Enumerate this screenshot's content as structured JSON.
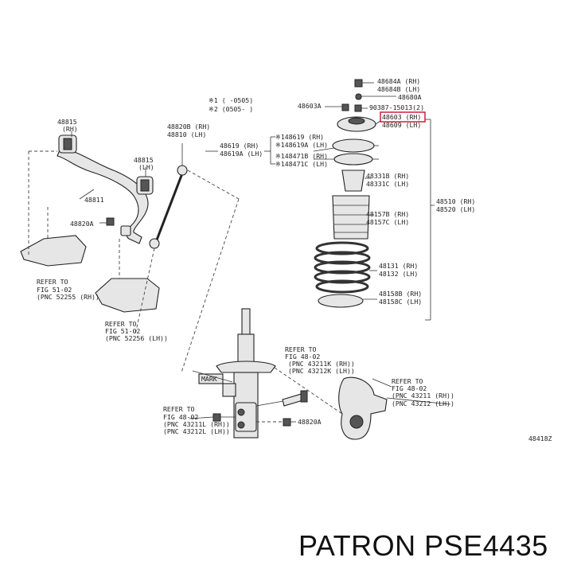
{
  "labels": {
    "note_1": "※1 (      -0505)",
    "note_2": "※2 (0505-       )",
    "sb_bracket_left": "48815",
    "sb_bracket_left_sub": "(RH)",
    "sb_bracket_right": "48815",
    "sb_bracket_right_sub": "(LH)",
    "stabilizer_bar": "48811",
    "stabilizer_nut": "48820A",
    "link_rh": "48820B (RH)",
    "link_lh": "48810 (LH)",
    "comp_48619_rh": "48619 (RH)",
    "comp_48619a_lh": "48619A (LH)",
    "group_48619_rh": "※148619 (RH)",
    "group_48619a_lh": "※148619A (LH)",
    "group_48471b_rh": "※148471B (RH)",
    "group_48471c_lh": "※148471C (LH)",
    "nut_a_rh": "48684A (RH)",
    "nut_b_lh": "48684B (LH)",
    "cap_48680a": "48680A",
    "washer_48603a": "48603A",
    "bolt_90387": "90387-15013(2)",
    "mount_rh": "48603 (RH)",
    "mount_lh": "48609 (LH)",
    "bound_48331b": "48331B (RH)",
    "bound_48331c": "48331C (LH)",
    "boot_48157b": "48157B (RH)",
    "boot_48157c": "48157C (LH)",
    "spring_rh": "48131 (RH)",
    "spring_lh": "48132 (LH)",
    "seat_48158b": "48158B (RH)",
    "seat_48158c": "48158C (LH)",
    "assy_rh": "48510 (RH)",
    "assy_lh": "48520 (LH)",
    "ref_51_a_1": "REFER TO",
    "ref_51_a_2": "FIG 51-02",
    "ref_51_a_3": "(PNC 52255 (RH))",
    "ref_51_b_1": "REFER TO",
    "ref_51_b_2": "FIG 51-02",
    "ref_51_b_3": "(PNC 52256 (LH))",
    "ref_48_a_1": "REFER TO",
    "ref_48_a_2": "FIG 48-02",
    "ref_48_a_3": "(PNC 43211K (RH))",
    "ref_48_a_4": "(PNC 43212K (LH))",
    "ref_48_b_1": "REFER TO",
    "ref_48_b_2": "FIG 48-02",
    "ref_48_b_3": "(PNC 43211 (RH))",
    "ref_48_b_4": "(PNC 43212 (LH))",
    "ref_48_c_1": "REFER TO",
    "ref_48_c_2": "FIG 48-02",
    "ref_48_c_3": "(PNC 43211L (RH))",
    "ref_48_c_4": "(PNC 43212L (LH))",
    "mark": "MARK",
    "strut_nut": "48820A",
    "diagram_code": "48418Z"
  },
  "caption": "PATRON PSE4435",
  "colors": {
    "highlight": "#c8102e",
    "ink": "#222222"
  }
}
